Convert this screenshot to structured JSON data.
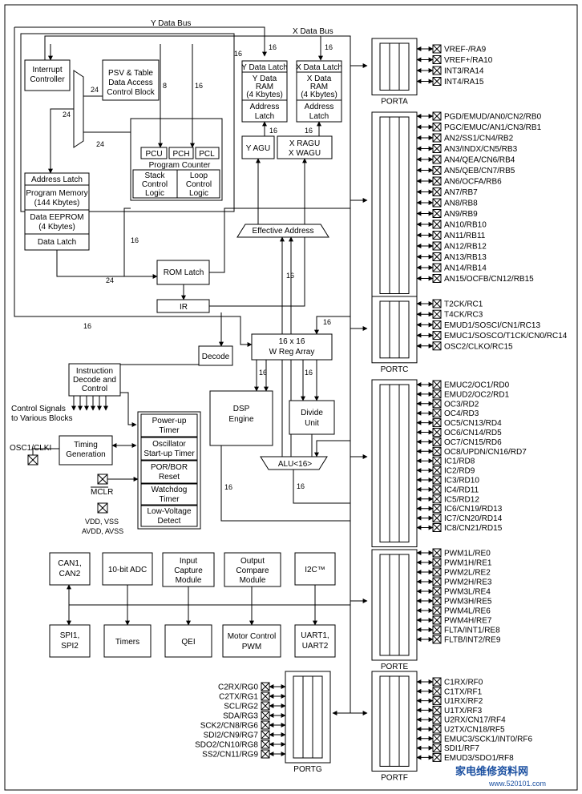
{
  "buses": {
    "y_data_bus": "Y Data Bus",
    "x_data_bus": "X Data Bus"
  },
  "widths": {
    "w16": "16",
    "w24": "24",
    "w8": "8"
  },
  "blocks": {
    "interrupt_controller": [
      "Interrupt",
      "Controller"
    ],
    "psv": [
      "PSV & Table",
      "Data Access",
      "Control Block"
    ],
    "y_data_latch": "Y Data Latch",
    "x_data_latch": "X Data Latch",
    "y_data_ram": [
      "Y Data",
      "RAM",
      "(4 Kbytes)"
    ],
    "x_data_ram": [
      "X Data",
      "RAM",
      "(4 Kbytes)"
    ],
    "address_latch_small": [
      "Address",
      "Latch"
    ],
    "y_agu": "Y AGU",
    "x_ragu": "X RAGU",
    "x_wagu": "X WAGU",
    "pcu": "PCU",
    "pch": "PCH",
    "pcl": "PCL",
    "program_counter": "Program Counter",
    "stack_control": [
      "Stack",
      "Control",
      "Logic"
    ],
    "loop_control": [
      "Loop",
      "Control",
      "Logic"
    ],
    "address_latch": "Address Latch",
    "program_memory": [
      "Program Memory",
      "(144 Kbytes)"
    ],
    "data_eeprom": [
      "Data EEPROM",
      "(4 Kbytes)"
    ],
    "data_latch": "Data Latch",
    "effective_address": "Effective Address",
    "rom_latch": "ROM Latch",
    "ir": "IR",
    "decode": "Decode",
    "w_reg_array": [
      "16 x 16",
      "W Reg Array"
    ],
    "instruction_decode": [
      "Instruction",
      "Decode and",
      "Control"
    ],
    "control_signals": [
      "Control Signals",
      "to Various Blocks"
    ],
    "dsp_engine": [
      "DSP",
      "Engine"
    ],
    "divide_unit": [
      "Divide",
      "Unit"
    ],
    "alu": "ALU<16>",
    "osc1": "OSC1/CLKI",
    "timing_generation": [
      "Timing",
      "Generation"
    ],
    "power_up_timer": [
      "Power-up",
      "Timer"
    ],
    "osc_startup_timer": [
      "Oscillator",
      "Start-up Timer"
    ],
    "por_bor": [
      "POR/BOR",
      "Reset"
    ],
    "watchdog": [
      "Watchdog",
      "Timer"
    ],
    "low_voltage": [
      "Low-Voltage",
      "Detect"
    ],
    "mclr": "MCLR",
    "vdd_vss": "VDD, VSS",
    "avdd_avss": "AVDD, AVSS",
    "can": [
      "CAN1,",
      "CAN2"
    ],
    "adc": "10-bit ADC",
    "input_capture": [
      "Input",
      "Capture",
      "Module"
    ],
    "output_compare": [
      "Output",
      "Compare",
      "Module"
    ],
    "i2c": "I2C™",
    "spi": [
      "SPI1,",
      "SPI2"
    ],
    "timers": "Timers",
    "qei": "QEI",
    "motor_pwm": [
      "Motor Control",
      "PWM"
    ],
    "uart": [
      "UART1,",
      "UART2"
    ]
  },
  "ports": {
    "PORTA": [
      "VREF-/RA9",
      "VREF+/RA10",
      "INT3/RA14",
      "INT4/RA15"
    ],
    "PORTB": [
      "PGD/EMUD/AN0/CN2/RB0",
      "PGC/EMUC/AN1/CN3/RB1",
      "AN2/SS1/CN4/RB2",
      "AN3/INDX/CN5/RB3",
      "AN4/QEA/CN6/RB4",
      "AN5/QEB/CN7/RB5",
      "AN6/OCFA/RB6",
      "AN7/RB7",
      "AN8/RB8",
      "AN9/RB9",
      "AN10/RB10",
      "AN11/RB11",
      "AN12/RB12",
      "AN13/RB13",
      "AN14/RB14",
      "AN15/OCFB/CN12/RB15"
    ],
    "PORTC": [
      "T2CK/RC1",
      "T4CK/RC3",
      "EMUD1/SOSCI/CN1/RC13",
      "EMUC1/SOSCO/T1CK/CN0/RC14",
      "OSC2/CLKO/RC15"
    ],
    "PORTD": [
      "EMUC2/OC1/RD0",
      "EMUD2/OC2/RD1",
      "OC3/RD2",
      "OC4/RD3",
      "OC5/CN13/RD4",
      "OC6/CN14/RD5",
      "OC7/CN15/RD6",
      "OC8/UPDN/CN16/RD7",
      "IC1/RD8",
      "IC2/RD9",
      "IC3/RD10",
      "IC4/RD11",
      "IC5/RD12",
      "IC6/CN19/RD13",
      "IC7/CN20/RD14",
      "IC8/CN21/RD15"
    ],
    "PORTE": [
      "PWM1L/RE0",
      "PWM1H/RE1",
      "PWM2L/RE2",
      "PWM2H/RE3",
      "PWM3L/RE4",
      "PWM3H/RE5",
      "PWM4L/RE6",
      "PWM4H/RE7",
      "FLTA/INT1/RE8",
      "FLTB/INT2/RE9"
    ],
    "PORTF": [
      "C1RX/RF0",
      "C1TX/RF1",
      "U1RX/RF2",
      "U1TX/RF3",
      "U2RX/CN17/RF4",
      "U2TX/CN18/RF5",
      "EMUC3/SCK1/INT0/RF6",
      "SDI1/RF7",
      "EMUD3/SDO1/RF8"
    ],
    "PORTG": [
      "C2RX/RG0",
      "C2TX/RG1",
      "SCL/RG2",
      "SDA/RG3",
      "SCK2/CN8/RG6",
      "SDI2/CN9/RG7",
      "SDO2/CN10/RG8",
      "SS2/CN11/RG9"
    ]
  },
  "watermark": {
    "title": "家电维修资料网",
    "url": "www.520101.com"
  }
}
